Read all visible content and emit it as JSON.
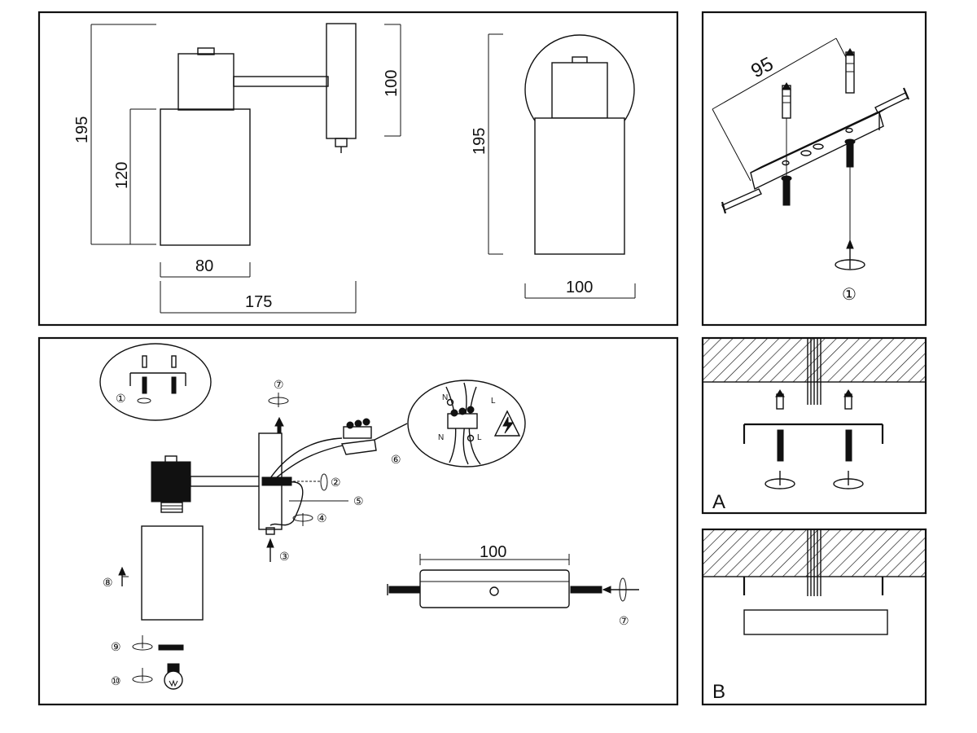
{
  "panels": {
    "front_view": {
      "dim_total_height": "195",
      "dim_shade_height": "120",
      "dim_shade_width": "80",
      "dim_total_depth": "175",
      "dim_base_height": "100"
    },
    "side_view": {
      "dim_height": "195",
      "dim_width": "100"
    },
    "mounting": {
      "dim_hole_spacing": "95",
      "step": "①"
    },
    "assembly": {
      "steps": {
        "s1": "①",
        "s2": "②",
        "s3": "③",
        "s4": "④",
        "s5": "⑤",
        "s6": "⑥",
        "s7": "⑦",
        "s7b": "⑦",
        "s8": "⑧",
        "s9": "⑨",
        "s10": "⑩"
      },
      "wire_labels": {
        "n1": "N",
        "l1": "L",
        "n2": "N",
        "l2": "L"
      },
      "plate_width": "100"
    },
    "ceiling_a": {
      "label": "A"
    },
    "ceiling_b": {
      "label": "B"
    }
  }
}
